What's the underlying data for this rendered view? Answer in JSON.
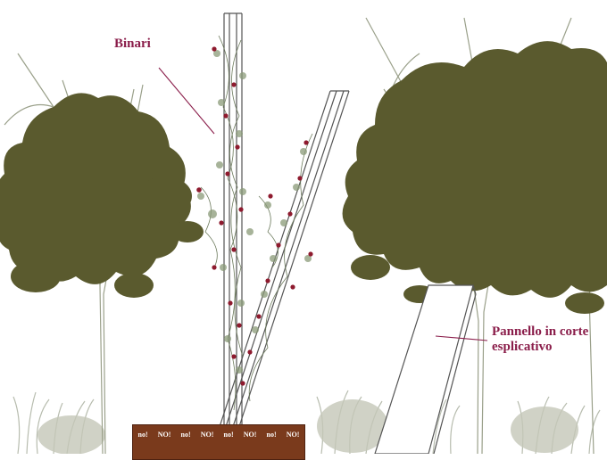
{
  "labels": {
    "binari": "Binari",
    "pannello_line1": "Pannello in corte",
    "pannello_line2": "esplicativo"
  },
  "bench_words": [
    "no!",
    "NO!",
    "no!",
    "NO!",
    "no!",
    "NO!",
    "no!",
    "NO!"
  ],
  "colors": {
    "foliage": "#5a5a2e",
    "trunk": "#9aa08a",
    "annotation": "#8a1d4a",
    "roses": "#8e1a2e",
    "bench": "#7a3a1c",
    "grass": "#b7bcae"
  }
}
